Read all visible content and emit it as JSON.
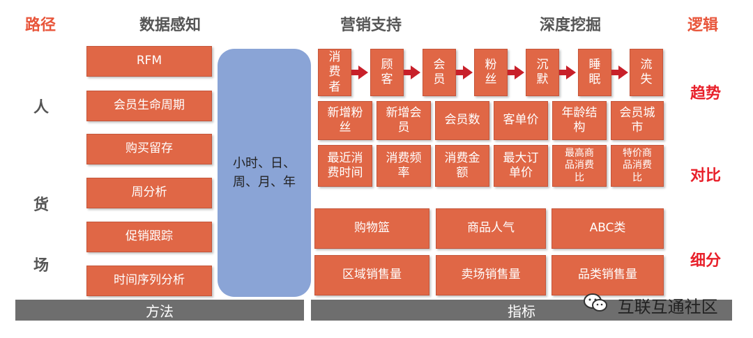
{
  "headers": {
    "path": "路径",
    "data_perception": "数据感知",
    "marketing_support": "营销支持",
    "deep_mining": "深度挖掘",
    "logic": "逻辑"
  },
  "dimensions": [
    "人",
    "货",
    "场"
  ],
  "methods": [
    "RFM",
    "会员生命周期",
    "购买留存",
    "周分析",
    "促销跟踪",
    "时间序列分析"
  ],
  "time_granularity": "小时、日、\n周、月、年",
  "funnel": [
    "消\n费\n者",
    "顾\n客",
    "会\n员",
    "粉\n丝",
    "沉\n默",
    "睡\n眠",
    "流\n失"
  ],
  "metrics_row1": [
    "新增粉\n丝",
    "新增会\n员",
    "会员数",
    "客单价",
    "年龄结\n构",
    "会员城\n市"
  ],
  "metrics_row2": [
    "最近消\n费时间",
    "消费频\n率",
    "消费金\n额",
    "最大订\n单价",
    "最高商\n品消费\n比",
    "特价商\n品消费\n比"
  ],
  "analysis_row1": [
    "购物篮",
    "商品人气",
    "ABC类"
  ],
  "analysis_row2": [
    "区域销售量",
    "卖场销售量",
    "品类销售量"
  ],
  "logic": [
    "趋势",
    "对比",
    "细分"
  ],
  "footer": {
    "left": "方法",
    "right": "指标"
  },
  "watermark": "互联互通社区",
  "colors": {
    "box": "#e06746",
    "tall_box": "#8aa4d6",
    "logic_text": "#e8202a",
    "header_accent": "#e8553a",
    "bar": "#6e6e6e"
  }
}
